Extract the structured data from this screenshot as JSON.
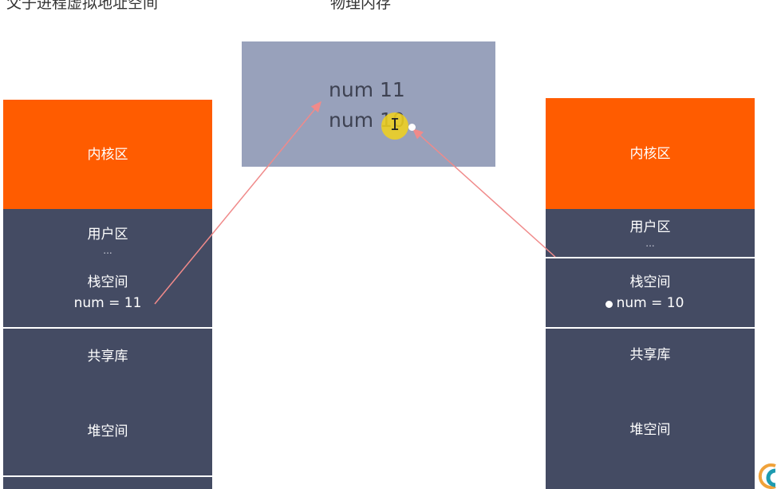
{
  "titles": {
    "left": "父子进程虚拟地址空间",
    "center": "物理内存"
  },
  "physical_memory": {
    "line1": "num 11",
    "line2": "num 10"
  },
  "left_column": {
    "kernel": "内核区",
    "user": "用户区",
    "ellipsis": "...",
    "stack": "栈空间",
    "stack_value": "num = 11",
    "shared_lib": "共享库",
    "heap": "堆空间"
  },
  "right_column": {
    "kernel": "内核区",
    "user": "用户区",
    "ellipsis": "...",
    "stack": "栈空间",
    "stack_value": "num = 10",
    "shared_lib": "共享库",
    "heap": "堆空间"
  },
  "colors": {
    "kernel": "#ff5c00",
    "segment": "#444b63",
    "physical": "#98a1bb",
    "arrow": "#f08a8a"
  }
}
